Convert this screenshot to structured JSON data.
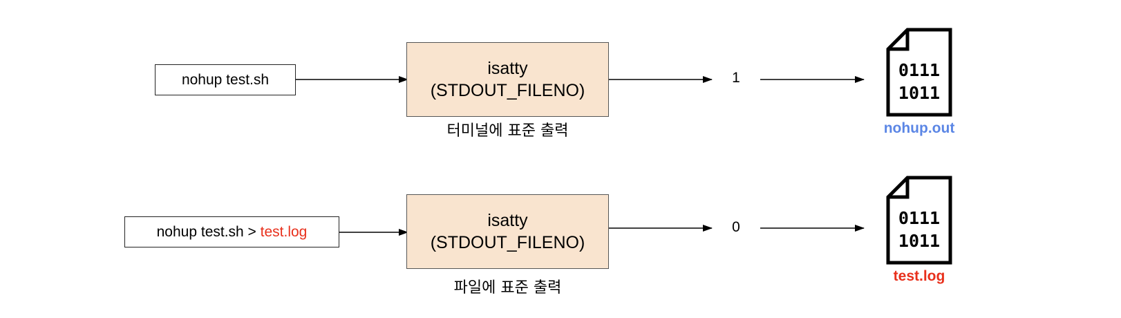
{
  "colors": {
    "func_fill": "#f9e4cf",
    "nohup_out": "#5b86e5",
    "test_log": "#e8301c"
  },
  "rows": [
    {
      "command": {
        "prefix": "nohup test.sh",
        "redirect": ""
      },
      "function": {
        "line1": "isatty",
        "line2": "(STDOUT_FILENO)"
      },
      "caption": "터미널에 표준 출력",
      "value": "1",
      "file": {
        "icon": "binary-file-icon",
        "label": "nohup.out"
      }
    },
    {
      "command": {
        "prefix": "nohup test.sh > ",
        "redirect": "test.log"
      },
      "function": {
        "line1": "isatty",
        "line2": "(STDOUT_FILENO)"
      },
      "caption": "파일에 표준 출력",
      "value": "0",
      "file": {
        "icon": "binary-file-icon",
        "label": "test.log"
      }
    }
  ]
}
